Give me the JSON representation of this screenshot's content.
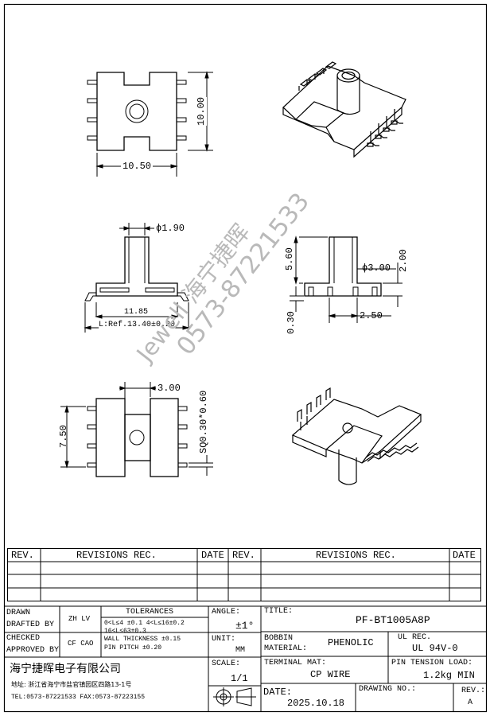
{
  "drawing": {
    "top_view": {
      "width": "10.50",
      "height": "10.00"
    },
    "front_view": {
      "pin_diameter": "ϕ1.90",
      "span": "11.85",
      "lead": "L:Ref.13.40±0.20"
    },
    "side_view": {
      "height": "5.60",
      "pin_diameter": "ϕ3.00",
      "lead_height": "2.00",
      "pin_offset": "0.30",
      "pin_width": "2.50"
    },
    "bottom_view": {
      "top_width": "3.00",
      "height": "7.50",
      "pin_square": "SQ0.30*0.60"
    }
  },
  "watermark": {
    "line1": "Jewell 海宁捷晖",
    "line2": "0573-87221533"
  },
  "revisions": {
    "rev": "REV.",
    "rec": "REVISIONS  REC.",
    "date": "DATE"
  },
  "title_block": {
    "drawn": "DRAWN",
    "drafted_by": "DRAFTED BY",
    "drafter": "ZH LV",
    "checked": "CHECKED",
    "approved_by": "APPROVED BY",
    "checker": "CF CAO",
    "tolerances": {
      "label": "TOLERANCES",
      "line1": "0<L≤4  ±0.1  4<L≤16±0.2",
      "line2": "16<L≤63±0.3",
      "line3": "WALL THICKNESS  ±0.15",
      "line4": "PIN PITCH  ±0.20"
    },
    "angle_label": "ANGLE:",
    "angle_value": "±1°",
    "unit_label": "UNIT:",
    "unit_value": "MM",
    "scale_label": "SCALE:",
    "scale_value": "1/1",
    "title_label": "TITLE:",
    "title_value": "PF-BT1005A8P",
    "bobbin_label1": "BOBBIN",
    "bobbin_label2": "MATERIAL:",
    "bobbin_value": "PHENOLIC",
    "ul_label": "UL REC.",
    "ul_value": "UL 94V-0",
    "terminal_label": "TERMINAL MAT:",
    "terminal_value": "CP WIRE",
    "pin_tension_label": "PIN TENSION LOAD:",
    "pin_tension_value": "1.2kg MIN",
    "date_label": "DATE:",
    "date_value": "2025.10.18",
    "drawing_no_label": "DRAWING NO.:",
    "rev_label": "REV.:",
    "rev_value": "A",
    "company": "海宁捷晖电子有限公司",
    "address": "地址: 浙江省海宁市盐官镇园区四路13-1号",
    "tel": "TEL:0573-87221533 FAX:0573-87223155"
  }
}
